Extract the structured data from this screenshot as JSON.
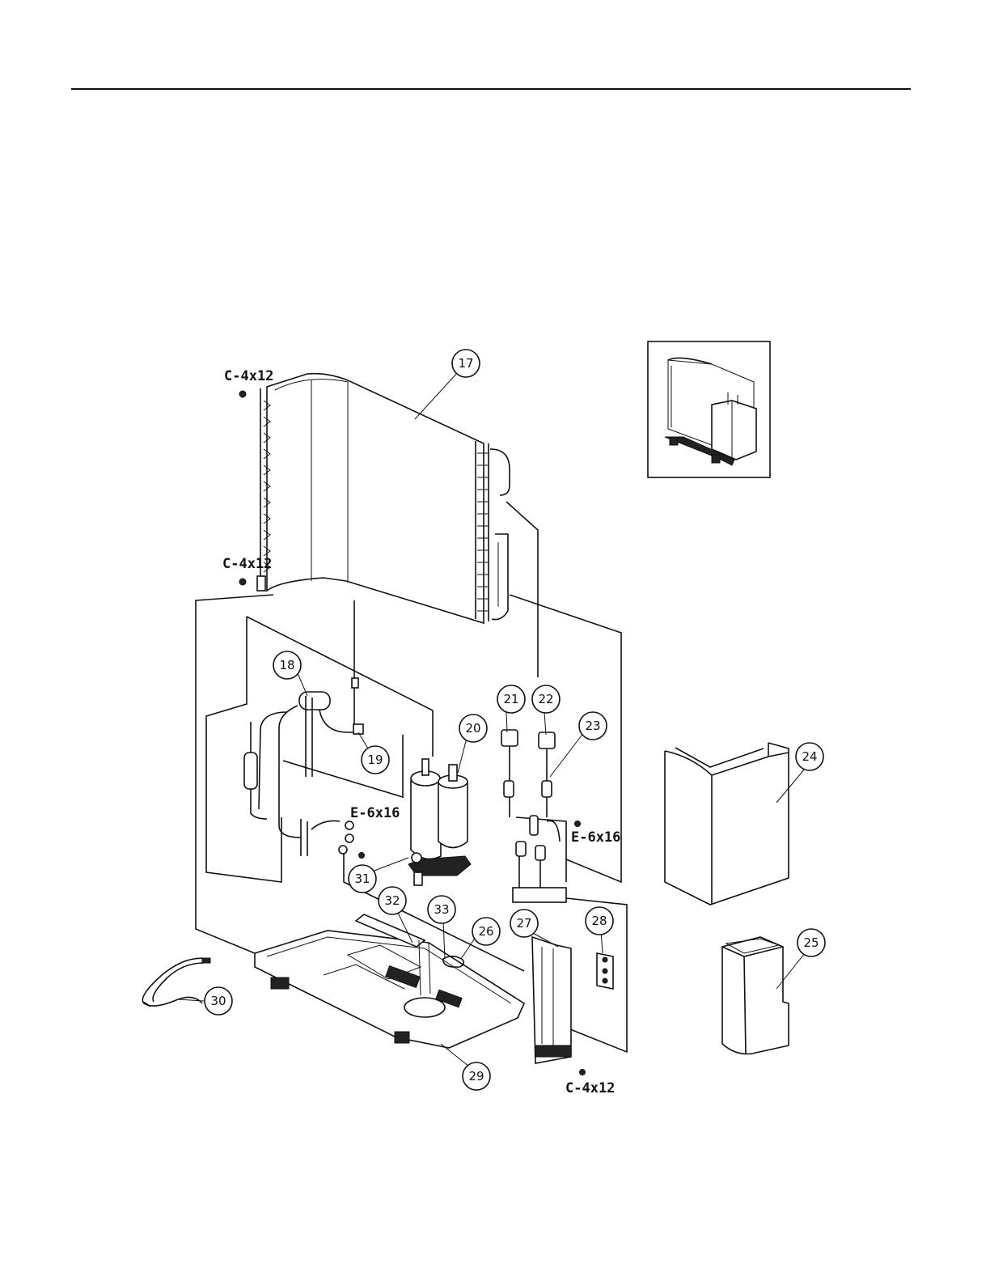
{
  "callouts": [
    {
      "id": "17",
      "label": "17"
    },
    {
      "id": "18",
      "label": "18"
    },
    {
      "id": "19",
      "label": "19"
    },
    {
      "id": "20",
      "label": "20"
    },
    {
      "id": "21",
      "label": "21"
    },
    {
      "id": "22",
      "label": "22"
    },
    {
      "id": "23",
      "label": "23"
    },
    {
      "id": "24",
      "label": "24"
    },
    {
      "id": "25",
      "label": "25"
    },
    {
      "id": "26",
      "label": "26"
    },
    {
      "id": "27",
      "label": "27"
    },
    {
      "id": "28",
      "label": "28"
    },
    {
      "id": "29",
      "label": "29"
    },
    {
      "id": "30",
      "label": "30"
    },
    {
      "id": "31",
      "label": "31"
    },
    {
      "id": "32",
      "label": "32"
    },
    {
      "id": "33",
      "label": "33"
    }
  ],
  "screws": {
    "coil_top": "C-4x12",
    "coil_bottom": "C-4x12",
    "valve_left": "E-6x16",
    "valve_right": "E-6x16",
    "base_bottom": "C-4x12"
  }
}
